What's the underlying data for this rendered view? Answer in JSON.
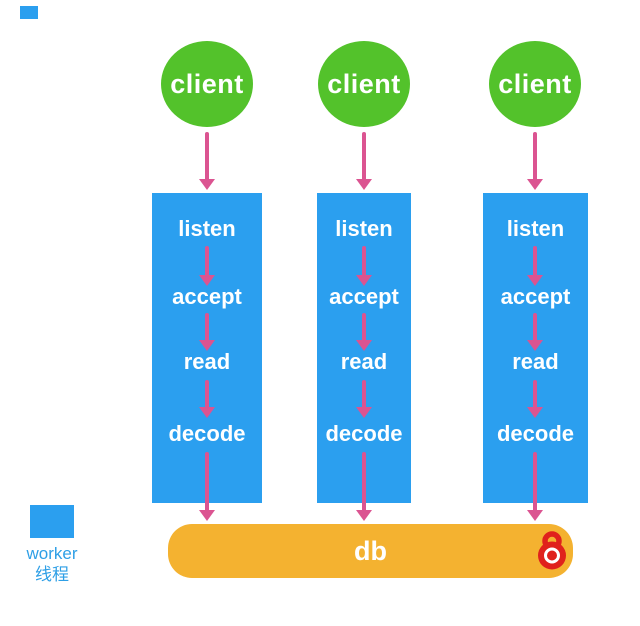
{
  "colors": {
    "client_green": "#53C22B",
    "worker_blue": "#2B9FEF",
    "arrow_pink": "#DB5491",
    "db_orange": "#F4B230",
    "lock_red": "#E0211C",
    "legend_text": "#2E9FE6"
  },
  "clients": [
    "client",
    "client",
    "client"
  ],
  "columns": [
    {
      "steps": [
        "listen",
        "accept",
        "read",
        "decode"
      ]
    },
    {
      "steps": [
        "listen",
        "accept",
        "read",
        "decode"
      ]
    },
    {
      "steps": [
        "listen",
        "accept",
        "read",
        "decode"
      ]
    }
  ],
  "db": {
    "label": "db"
  },
  "icons": {
    "db_lock": "lock-icon"
  },
  "legend": {
    "line1": "worker",
    "line2": "线程"
  }
}
